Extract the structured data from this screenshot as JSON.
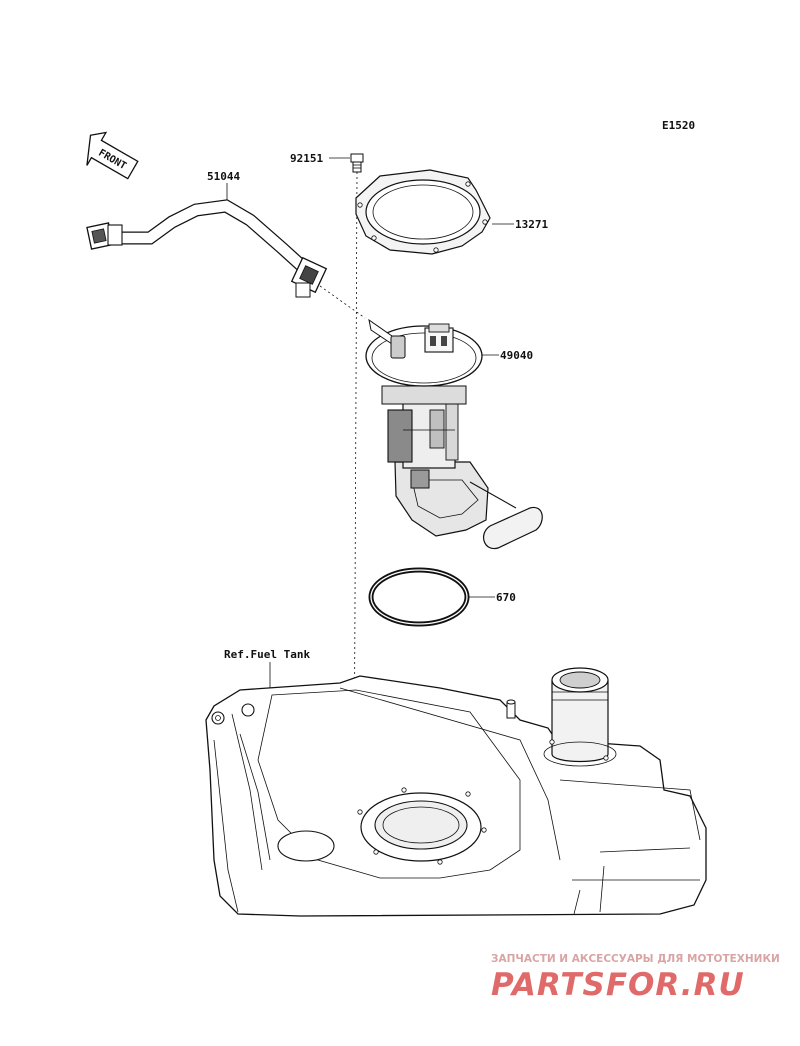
{
  "diagram_code": "E1520",
  "front_label": "FRONT",
  "parts": [
    {
      "number": "92151"
    },
    {
      "number": "13271"
    },
    {
      "number": "51044"
    },
    {
      "number": "49040"
    },
    {
      "number": "670"
    }
  ],
  "reference_label": "Ref.Fuel Tank",
  "watermark": {
    "tagline": "ЗАПЧАСТИ И АКСЕССУАРЫ ДЛЯ МОТОТЕХНИКИ",
    "brand": "PARTSFOR.RU",
    "color": "#e06a6a"
  }
}
